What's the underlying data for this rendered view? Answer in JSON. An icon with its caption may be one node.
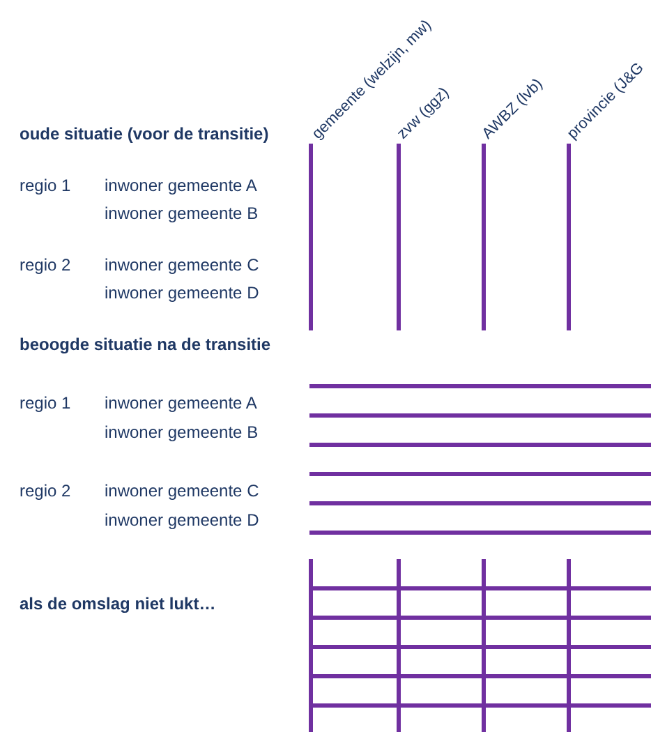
{
  "diagram": {
    "labels": [
      "gemeente (welzijn, mw)",
      "zvw (ggz)",
      "AWBZ (lvb)",
      "provincie (J&G",
      "oude situatie (voor de transitie)",
      "regio 1",
      "inwoner gemeente A",
      "inwoner gemeente B",
      "regio 2",
      "inwoner gemeente C",
      "inwoner gemeente D",
      "beoogde situatie na de transitie",
      "regio 1",
      "inwoner gemeente A",
      "inwoner gemeente B",
      "regio 2",
      "inwoner gemeente C",
      "inwoner gemeente D",
      "als de omslag niet lukt…"
    ]
  }
}
